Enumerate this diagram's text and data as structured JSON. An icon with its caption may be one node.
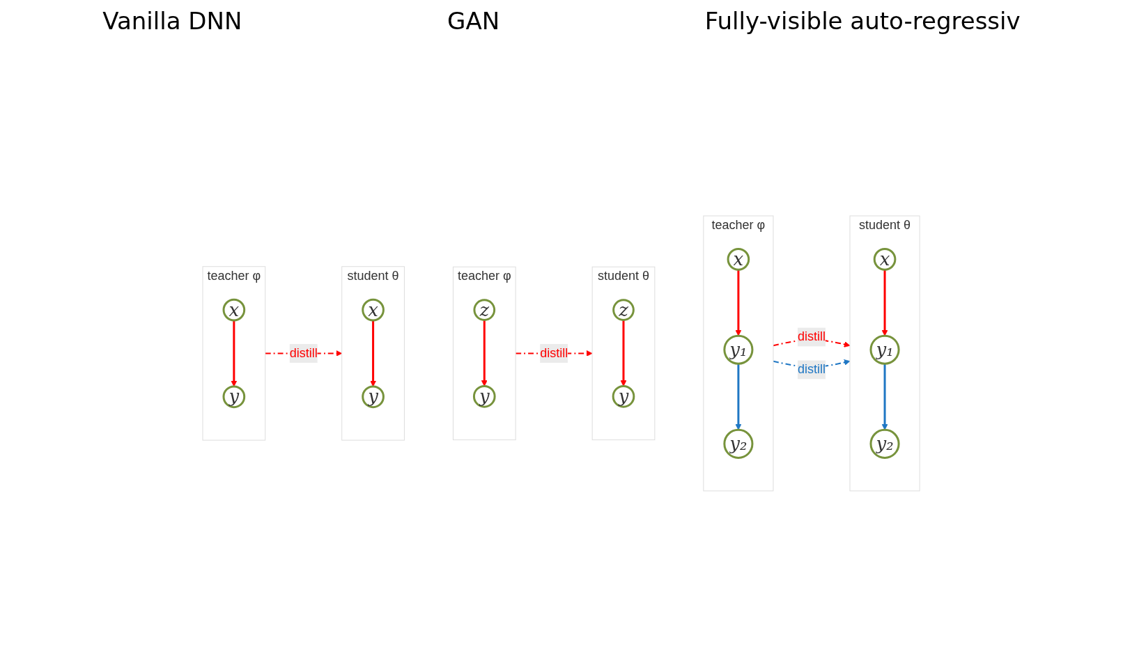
{
  "diagram": {
    "nodes": [
      {
        "text": [
          "teacher φ"
        ]
      },
      {
        "text": [
          "x"
        ],
        "in": 0
      },
      {
        "text": [
          "y"
        ],
        "in": 0
      },
      {
        "text": [
          "student θ"
        ]
      },
      {
        "text": [
          "x"
        ],
        "in": 3
      },
      {
        "text": [
          "y"
        ],
        "in": 3
      },
      {
        "text": [
          "teacher φ"
        ]
      },
      {
        "text": [
          "z"
        ],
        "in": 6
      },
      {
        "text": [
          "y"
        ],
        "in": 6
      },
      {
        "text": [
          "student θ"
        ]
      },
      {
        "text": [
          "z"
        ],
        "in": 9
      },
      {
        "text": [
          "y"
        ],
        "in": 9
      },
      {
        "text": [
          "teacher φ"
        ]
      },
      {
        "text": [
          "x"
        ],
        "in": 12
      },
      {
        "text": [
          "y₁"
        ],
        "in": 12
      },
      {
        "text": [
          "y₂"
        ],
        "in": 12
      },
      {
        "text": [
          "student θ"
        ]
      },
      {
        "text": [
          "x"
        ],
        "in": 16
      },
      {
        "text": [
          "y₁"
        ],
        "in": 16
      },
      {
        "text": [
          "y₂"
        ],
        "in": 16
      }
    ],
    "edges": [
      {
        "from": 1,
        "to": 2,
        "arrow": "to"
      },
      {
        "from": 4,
        "to": 5,
        "arrow": "to"
      },
      {
        "from": 0,
        "to": 3,
        "arrow": "to",
        "style": "dashed",
        "label": "distill"
      },
      {
        "from": 7,
        "to": 8,
        "arrow": "to"
      },
      {
        "from": 10,
        "to": 11,
        "arrow": "to"
      },
      {
        "from": 6,
        "to": 9,
        "arrow": "to",
        "style": "dashed",
        "label": "distill"
      },
      {
        "from": 13,
        "to": 14,
        "arrow": "to"
      },
      {
        "from": 14,
        "to": 15,
        "arrow": "to",
        "color": "#1f77c4"
      },
      {
        "from": 17,
        "to": 18,
        "arrow": "to"
      },
      {
        "from": 18,
        "to": 19,
        "arrow": "to",
        "color": "#1f77c4"
      },
      {
        "from": 12,
        "to": 16,
        "arrow": "to",
        "style": "dashed",
        "label": "distill"
      },
      {
        "from": 12,
        "to": 16,
        "arrow": "to",
        "style": "dashed",
        "label": "distill",
        "color": "#1f77c4"
      }
    ],
    "labels": [
      "Vanilla DNN",
      "GAN",
      "Fully-visible auto-regressiv"
    ]
  }
}
